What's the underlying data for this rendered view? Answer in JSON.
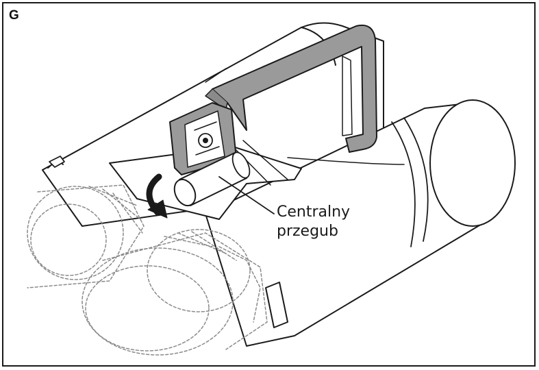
{
  "figure": {
    "panel_letter": "G",
    "callout_line1": "Centralny",
    "callout_line2": "przegub"
  },
  "colors": {
    "outline": "#1a1a1a",
    "bracket_fill": "#9a9a9a",
    "dashed": "#8a8a8a",
    "body_fill": "#ffffff"
  },
  "icons": {
    "rotation_arrow": "curved-arrow-icon"
  }
}
